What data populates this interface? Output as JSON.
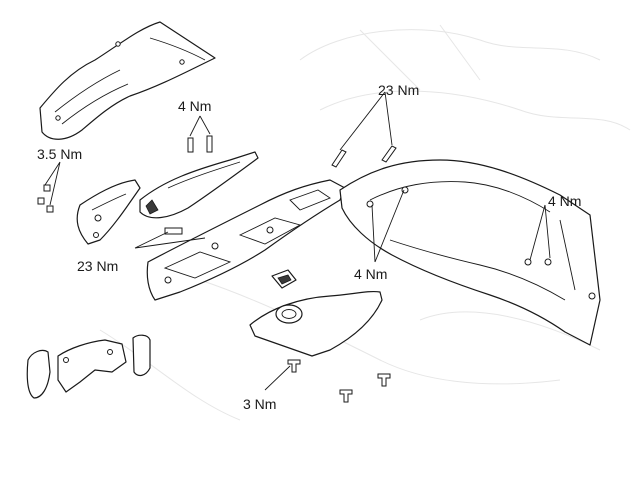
{
  "diagram": {
    "torque_labels": {
      "top_4nm": "4 Nm",
      "left_3_5nm": "3.5 Nm",
      "top_right_23nm": "23 Nm",
      "right_4nm": "4 Nm",
      "left_23nm": "23 Nm",
      "center_4nm": "4 Nm",
      "bottom_3nm": "3 Nm"
    },
    "icons": [
      "rear-cover-part",
      "bracket-part",
      "tail-cowl-part",
      "subframe-part",
      "rear-tray-part",
      "undertray-part",
      "grab-handle-part",
      "bolt-icon",
      "screw-icon",
      "clip-icon"
    ]
  }
}
